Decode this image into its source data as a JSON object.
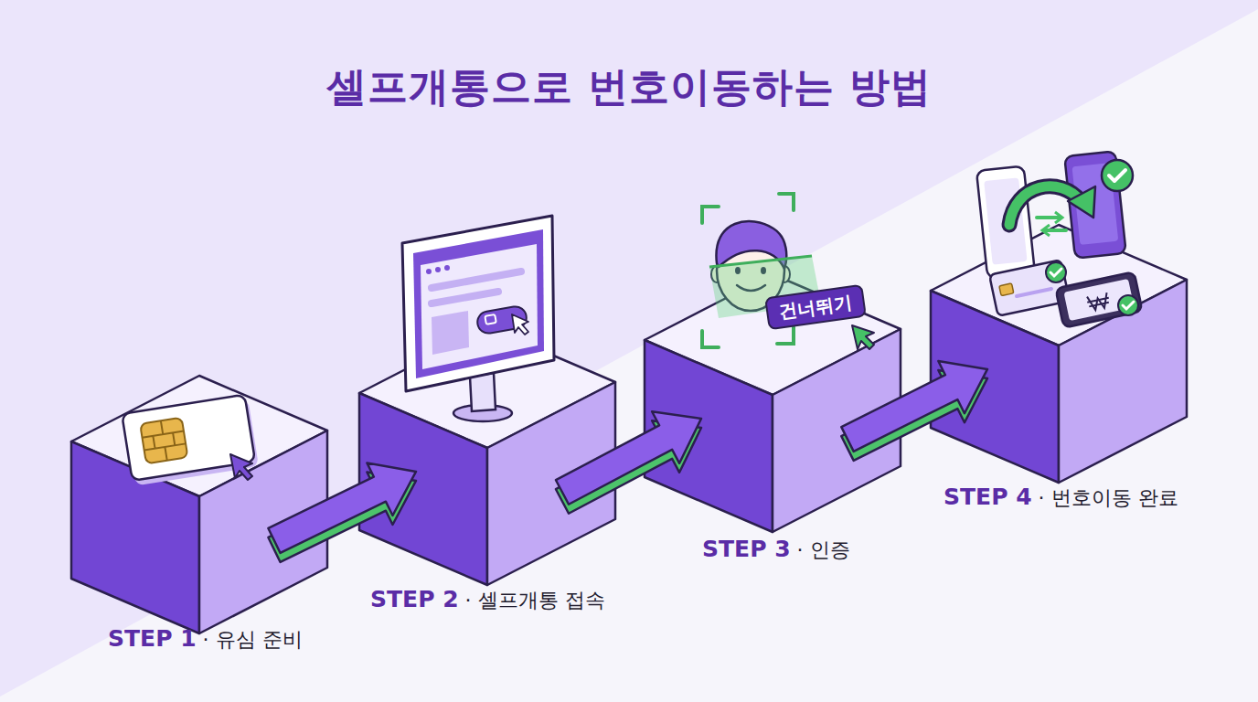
{
  "diagram": {
    "title": "셀프개통으로 번호이동하는 방법",
    "nodes": [
      {
        "text": [
          "STEP 1",
          "· 유심 준비"
        ]
      },
      {
        "text": [
          "STEP 2",
          "· 셀프개통 접속"
        ]
      },
      {
        "text": [
          "STEP 3",
          "· 인증"
        ]
      },
      {
        "text": [
          "건너뛰기"
        ],
        "in": 2
      },
      {
        "text": [
          "STEP 4",
          "· 번호이동 완료"
        ]
      }
    ],
    "edges": [
      {
        "from": 0,
        "to": 1,
        "arrow": "to"
      },
      {
        "from": 1,
        "to": 2,
        "arrow": "to"
      },
      {
        "from": 2,
        "to": 4,
        "arrow": "to"
      }
    ]
  }
}
